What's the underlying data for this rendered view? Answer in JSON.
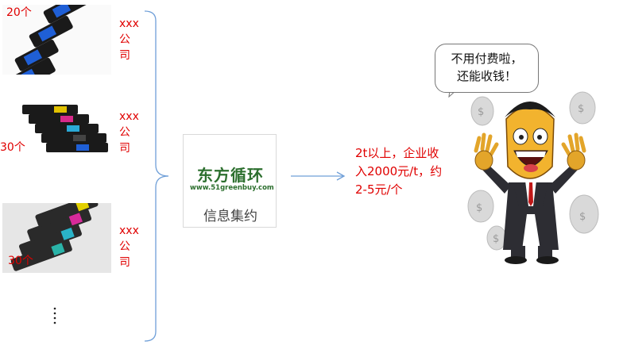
{
  "suppliers": [
    {
      "count": "20个",
      "company": [
        "xxx",
        "公",
        "司"
      ],
      "product_icon": "toner-cartridge-blue-image"
    },
    {
      "count": "30个",
      "company": [
        "xxx",
        "公",
        "司"
      ],
      "product_icon": "toner-cartridge-color-image"
    },
    {
      "count": "30个",
      "company": [
        "xxx",
        "公",
        "司"
      ],
      "product_icon": "toner-cartridge-large-image"
    }
  ],
  "ellipsis": "⋮",
  "brand": {
    "logo_main": "东方循环",
    "url": "www.51greenbuy.com",
    "name": "信息集约"
  },
  "income_text": "2t以上，企业收入2000元/t，约2-5元/个",
  "speech": {
    "line1": "不用付费啦，",
    "line2": "还能收钱！"
  },
  "colors": {
    "red_text": "#e00000",
    "connector": "#6f9fd8",
    "brand_green": "#2c6f2e"
  }
}
